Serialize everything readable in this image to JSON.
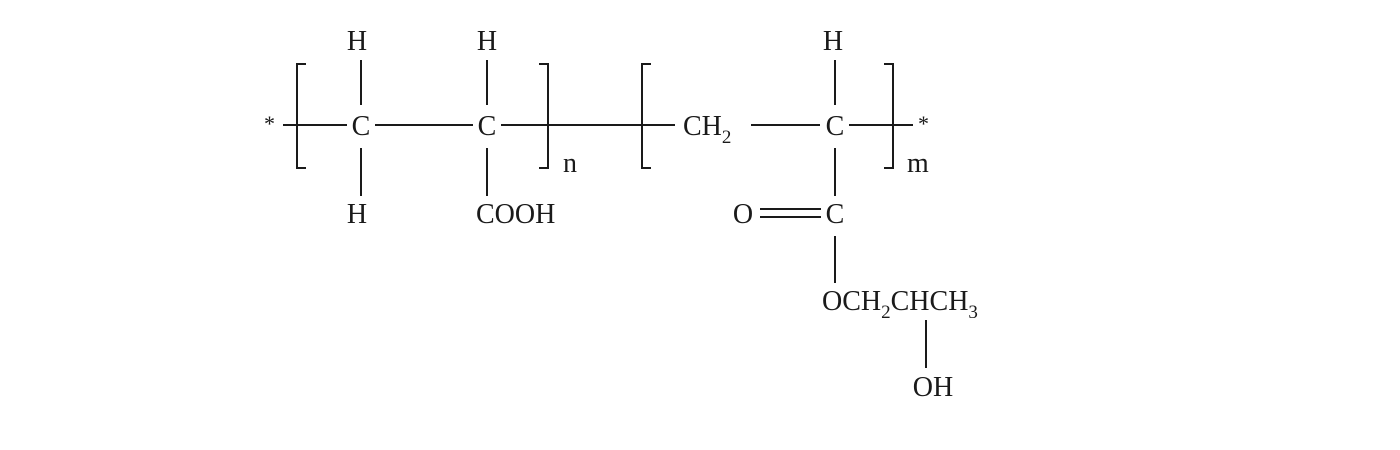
{
  "structure": {
    "end_left": "*",
    "end_right": "*",
    "unit1": {
      "top_h1": "H",
      "top_h2": "H",
      "c1": "C",
      "c2": "C",
      "bottom_h": "H",
      "group": "COOH",
      "subscript": "n"
    },
    "unit2": {
      "ch2_base": "CH",
      "ch2_sub": "2",
      "top_h": "H",
      "c": "C",
      "carbonyl_o": "O",
      "carbonyl_c": "C",
      "ester_o": "OCH",
      "ester_sub1": "2",
      "ester_chch": "CHCH",
      "ester_sub2": "3",
      "hydroxyl": "OH",
      "subscript": "m"
    }
  },
  "colors": {
    "ink": "#1a1a1a",
    "background": "#ffffff"
  }
}
